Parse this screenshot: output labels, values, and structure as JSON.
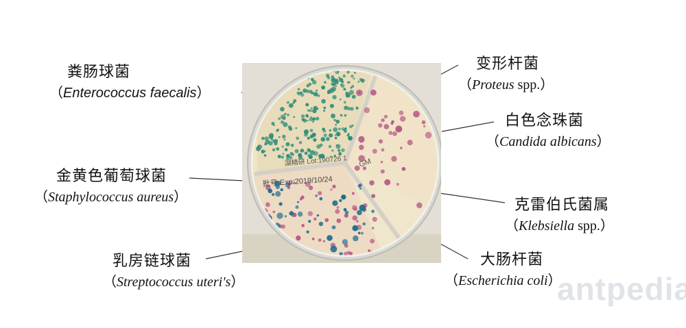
{
  "labels": {
    "enterococcus": {
      "cn": "粪肠球菌",
      "latin_prefix": "（",
      "latin_italic": "Enterococcus faecalis",
      "latin_suffix": "）"
    },
    "staph": {
      "cn": "金黄色葡萄球菌",
      "latin_prefix": "（",
      "latin_italic": "Staphylococcus aureus",
      "latin_suffix": "）"
    },
    "strep": {
      "cn": "乳房链球菌",
      "latin_prefix": "（",
      "latin_italic": "Streptococcus uteri's",
      "latin_suffix": "）"
    },
    "proteus": {
      "cn": "变形杆菌",
      "latin_prefix": "（",
      "latin_italic": "Proteus",
      "latin_suffix": " spp.）"
    },
    "candida": {
      "cn": "白色念珠菌",
      "latin_prefix": "（",
      "latin_italic": "Candida albicans",
      "latin_suffix": "）"
    },
    "klebsiella": {
      "cn": "克雷伯氏菌属",
      "latin_prefix": "（",
      "latin_italic": "Klebsiella",
      "latin_suffix": " spp.）"
    },
    "ecoli": {
      "cn": "大肠杆菌",
      "latin_prefix": "（",
      "latin_italic": "Escherichia coli",
      "latin_suffix": "）"
    }
  },
  "plate_text": {
    "lot": "湖精研 Lot:190726 1",
    "exp": "批号 Exp:2019/10/24",
    "mark": "GM"
  },
  "watermark": "antpedia",
  "colors": {
    "agar": "#efe4c4",
    "green_colony": "#2e8d79",
    "pink_colony": "#b65a86",
    "blue_colony": "#1d6f8f"
  }
}
